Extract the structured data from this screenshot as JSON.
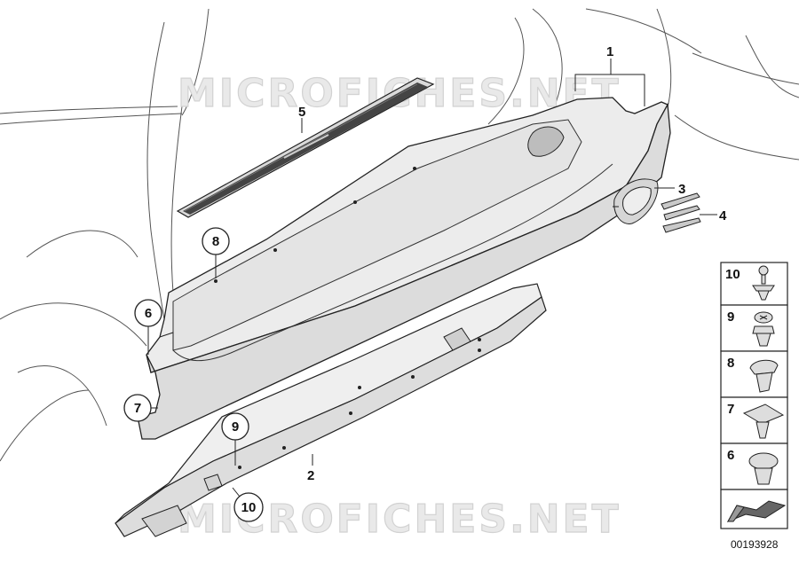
{
  "watermark": "MICROFICHES.NET",
  "document_number": "00193928",
  "callouts": [
    {
      "id": "1",
      "label": "1",
      "style": "plain"
    },
    {
      "id": "2",
      "label": "2",
      "style": "plain"
    },
    {
      "id": "3",
      "label": "3",
      "style": "plain"
    },
    {
      "id": "4",
      "label": "4",
      "style": "plain"
    },
    {
      "id": "5",
      "label": "5",
      "style": "plain"
    },
    {
      "id": "6",
      "label": "6",
      "style": "circled"
    },
    {
      "id": "7",
      "label": "7",
      "style": "circled"
    },
    {
      "id": "8",
      "label": "8",
      "style": "circled"
    },
    {
      "id": "9",
      "label": "9",
      "style": "circled"
    },
    {
      "id": "10",
      "label": "10",
      "style": "circled"
    }
  ],
  "legend": {
    "items": [
      {
        "number": "10",
        "icon": "expanding-rivet-icon"
      },
      {
        "number": "9",
        "icon": "screw-grommet-icon"
      },
      {
        "number": "8",
        "icon": "push-clip-icon"
      },
      {
        "number": "7",
        "icon": "flat-head-clip-icon"
      },
      {
        "number": "6",
        "icon": "round-head-clip-icon"
      }
    ],
    "footer_icon": "direction-arrow-icon"
  }
}
